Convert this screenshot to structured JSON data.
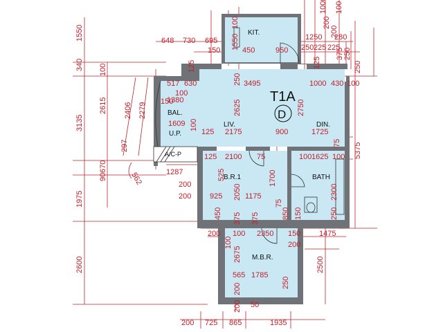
{
  "plan": {
    "unit_label": "T1A",
    "unit_type": "D",
    "rooms": {
      "kitchen": "KIT.",
      "living": "LIV.",
      "dining": "DIN.",
      "balcony": "BAL.",
      "utility": "U.P.",
      "ac_platform": "A/C-P",
      "bedroom1": "B.R.1",
      "bath": "BATH",
      "master_bedroom": "M.B.R."
    },
    "left_dims": [
      "1550",
      "340",
      "100",
      "2615",
      "3135",
      "2406",
      "2279",
      "297",
      "670",
      "90",
      "562",
      "1975",
      "2600"
    ],
    "right_dims": [
      "1000",
      "200",
      "1250",
      "280",
      "250",
      "375",
      "250",
      "5375",
      "2500"
    ],
    "top_dims": [
      "648",
      "730",
      "695",
      "150",
      "1550",
      "100",
      "450",
      "950",
      "250",
      "225",
      "225",
      "100",
      "125",
      "125",
      "200"
    ],
    "interior_dims": [
      "517",
      "630",
      "250",
      "3495",
      "1000",
      "430",
      "100",
      "1380",
      "100",
      "150",
      "1609",
      "2625",
      "2750",
      "100",
      "125",
      "2175",
      "900",
      "1725",
      "75",
      "125",
      "2100",
      "75",
      "100",
      "1625",
      "100",
      "1287",
      "525",
      "2050",
      "1700",
      "2300",
      "200",
      "925",
      "1175",
      "375",
      "375",
      "250",
      "150",
      "450",
      "200",
      "850",
      "75",
      "200",
      "100",
      "2350",
      "150",
      "1475",
      "2675",
      "200",
      "100",
      "565",
      "1785",
      "250",
      "200",
      "50",
      "200"
    ],
    "bottom_dims": [
      "200",
      "725",
      "865",
      "1935"
    ]
  }
}
